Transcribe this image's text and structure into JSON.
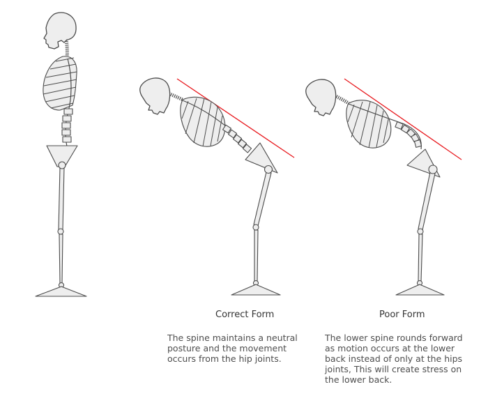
{
  "figures": [
    {
      "id": "standing",
      "title": "",
      "description_lines": []
    },
    {
      "id": "correct",
      "title": "Correct Form",
      "description_lines": [
        "The spine maintains a neutral",
        "posture and the movement",
        "occurs from the hip joints."
      ]
    },
    {
      "id": "poor",
      "title": "Poor Form",
      "description_lines": [
        "The lower spine rounds forward",
        "as motion occurs at the lower",
        "back instead of only at the hips",
        "joints, This will create stress on",
        "the lower back."
      ]
    }
  ],
  "colors": {
    "guide_line": "#e8191e",
    "bone_fill": "#eeeeee",
    "bone_outline": "#4a4a4a",
    "text": "#333333"
  }
}
